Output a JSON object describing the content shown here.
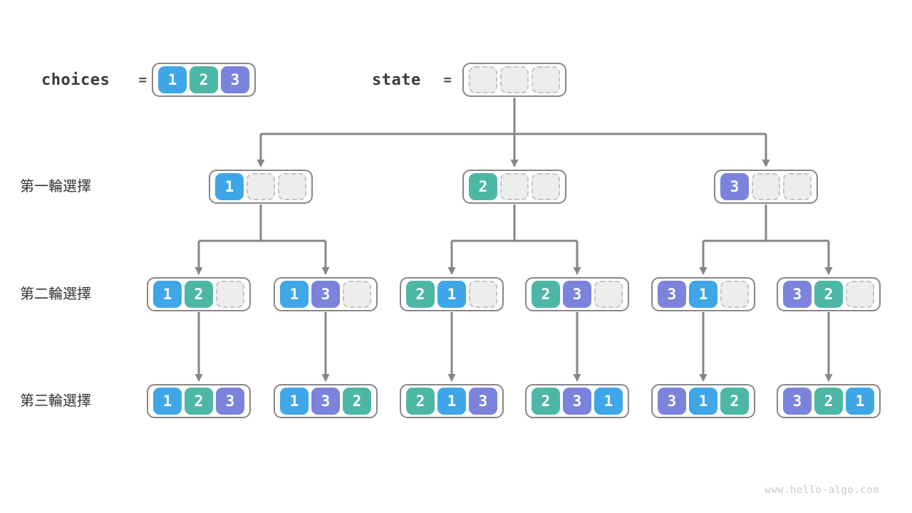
{
  "header": {
    "choices_label": "choices",
    "choices_equals": "=",
    "state_label": "state",
    "state_equals": "="
  },
  "choices_cells": [
    "1",
    "2",
    "3"
  ],
  "state_cells": [
    "",
    "",
    ""
  ],
  "rows": [
    {
      "label": "第一輪選擇",
      "boxes": [
        [
          "1",
          "",
          ""
        ],
        [
          "2",
          "",
          ""
        ],
        [
          "3",
          "",
          ""
        ]
      ]
    },
    {
      "label": "第二輪選擇",
      "boxes": [
        [
          "1",
          "2",
          ""
        ],
        [
          "1",
          "3",
          ""
        ],
        [
          "2",
          "1",
          ""
        ],
        [
          "2",
          "3",
          ""
        ],
        [
          "3",
          "1",
          ""
        ],
        [
          "3",
          "2",
          ""
        ]
      ]
    },
    {
      "label": "第三輪選擇",
      "boxes": [
        [
          "1",
          "2",
          "3"
        ],
        [
          "1",
          "3",
          "2"
        ],
        [
          "2",
          "1",
          "3"
        ],
        [
          "2",
          "3",
          "1"
        ],
        [
          "3",
          "1",
          "2"
        ],
        [
          "3",
          "2",
          "1"
        ]
      ]
    }
  ],
  "colors": {
    "cell_1": "#3fa6e8",
    "cell_2": "#4db7a6",
    "cell_3": "#7b83dd",
    "empty_fill": "#ededed",
    "empty_border": "#c3c3c3",
    "line": "#868686",
    "container_border": "#878787"
  },
  "watermark": "www.hello-algo.com"
}
